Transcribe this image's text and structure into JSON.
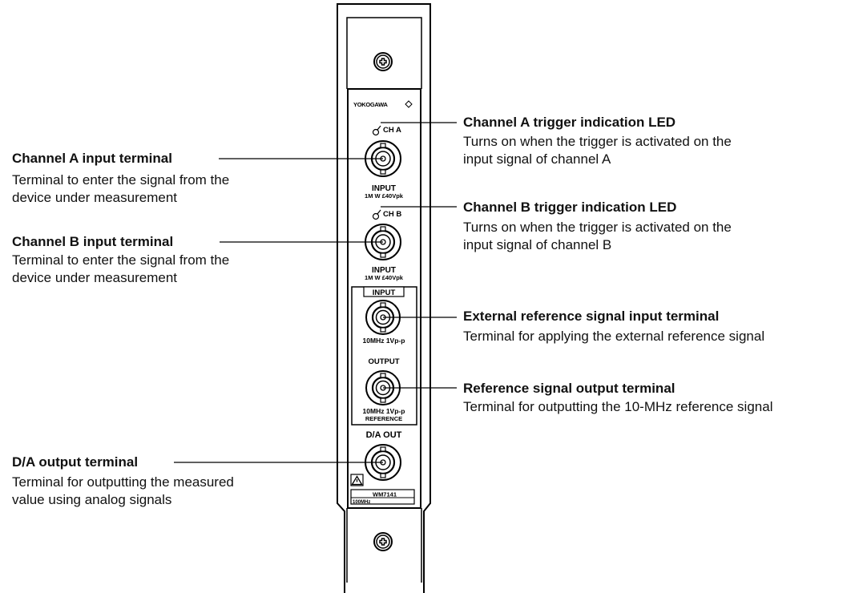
{
  "panel": {
    "brand": "YOKOGAWA",
    "ch_a_label": "CH A",
    "ch_b_label": "CH B",
    "input_label_a": "INPUT",
    "input_spec_a": "1M W £40Vpk",
    "input_label_b": "INPUT",
    "input_spec_b": "1M W £40Vpk",
    "ref_box_input_label": "INPUT",
    "ref_input_spec": "10MHz 1Vp-p",
    "ref_output_label": "OUTPUT",
    "ref_output_spec": "10MHz 1Vp-p",
    "ref_box_caption": "REFERENCE",
    "da_out_label": "D/A OUT",
    "model": "WM7141",
    "bandwidth": "100MHz"
  },
  "callouts": {
    "ch_a_led": {
      "title": "Channel A trigger indication LED",
      "desc_1": "Turns on when the trigger is activated on the",
      "desc_2": "input signal of channel A"
    },
    "ch_a_input": {
      "title": "Channel A input terminal",
      "desc_1": "Terminal to enter the signal from the",
      "desc_2": "device under measurement"
    },
    "ch_b_led": {
      "title": "Channel B trigger indication LED",
      "desc_1": "Turns on when the trigger is activated on the",
      "desc_2": "input signal of channel B"
    },
    "ch_b_input": {
      "title": "Channel B input terminal",
      "desc_1": "Terminal to enter the signal from the",
      "desc_2": "device under measurement"
    },
    "ext_ref_input": {
      "title": "External reference signal input terminal",
      "desc_1": "Terminal for applying the external reference signal"
    },
    "ref_output": {
      "title": "Reference signal output terminal",
      "desc_1": "Terminal for outputting the 10-MHz reference signal"
    },
    "da_output": {
      "title": "D/A output terminal",
      "desc_1": "Terminal for outputting the measured",
      "desc_2": "value using analog signals"
    }
  }
}
